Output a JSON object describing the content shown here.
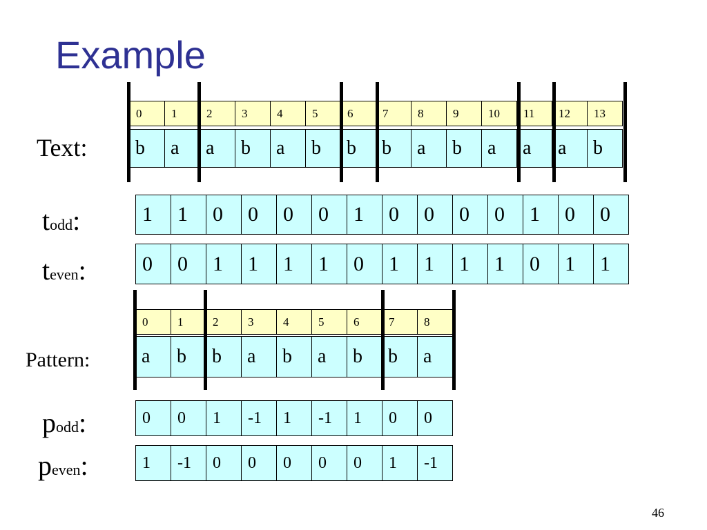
{
  "title": "Example",
  "page_number": "46",
  "text": {
    "label": "Text:",
    "indices": [
      "0",
      "1",
      "2",
      "3",
      "4",
      "5",
      "6",
      "7",
      "8",
      "9",
      "10",
      "11",
      "12",
      "13"
    ],
    "chars": [
      "b",
      "a",
      "a",
      "b",
      "a",
      "b",
      "b",
      "b",
      "a",
      "b",
      "a",
      "a",
      "a",
      "b"
    ]
  },
  "t_odd": {
    "label_main": "t",
    "label_sub": "odd",
    "label_colon": ":",
    "values": [
      "1",
      "1",
      "0",
      "0",
      "0",
      "0",
      "1",
      "0",
      "0",
      "0",
      "0",
      "1",
      "0",
      "0"
    ]
  },
  "t_even": {
    "label_main": "t",
    "label_sub": "even",
    "label_colon": ":",
    "values": [
      "0",
      "0",
      "1",
      "1",
      "1",
      "1",
      "0",
      "1",
      "1",
      "1",
      "1",
      "0",
      "1",
      "1"
    ]
  },
  "pattern": {
    "label": "Pattern:",
    "indices": [
      "0",
      "1",
      "2",
      "3",
      "4",
      "5",
      "6",
      "7",
      "8"
    ],
    "chars": [
      "a",
      "b",
      "b",
      "a",
      "b",
      "a",
      "b",
      "b",
      "a"
    ]
  },
  "p_odd": {
    "label_main": "p",
    "label_sub": "odd",
    "label_colon": ":",
    "values": [
      "0",
      "0",
      "1",
      "-1",
      "1",
      "-1",
      "1",
      "0",
      "0"
    ]
  },
  "p_even": {
    "label_main": "p",
    "label_sub": "even",
    "label_colon": ":",
    "values": [
      "1",
      "-1",
      "0",
      "0",
      "0",
      "0",
      "0",
      "1",
      "-1"
    ]
  },
  "colors": {
    "title": "#2e3193",
    "index_fill": "#ffffc6",
    "cell_fill": "#ccffff"
  }
}
